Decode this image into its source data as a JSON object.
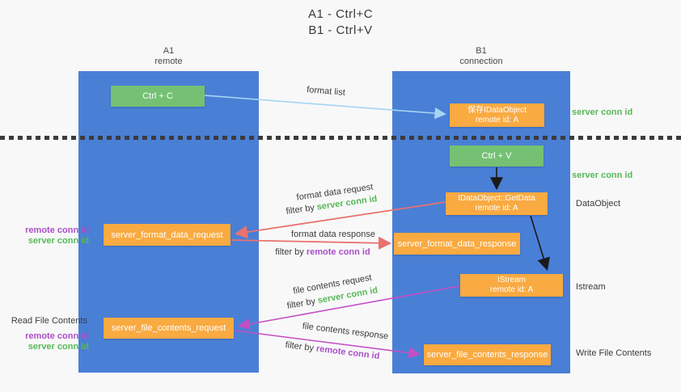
{
  "title": {
    "line1": "A1 - Ctrl+C",
    "line2": "B1 - Ctrl+V"
  },
  "columns": {
    "left": {
      "name": "A1",
      "subtitle": "remote"
    },
    "right": {
      "name": "B1",
      "subtitle": "connection"
    }
  },
  "boxes": {
    "ctrl_c": {
      "label": "Ctrl + C"
    },
    "save_dataobject": {
      "line1": "保存IDataObject",
      "line2": "remote id: A"
    },
    "ctrl_v": {
      "label": "Ctrl + V"
    },
    "getdata": {
      "line1": "IDataObject::GetData",
      "line2": "remote id: A"
    },
    "format_request": {
      "label": "server_format_data_request"
    },
    "format_response": {
      "label": "server_format_data_response"
    },
    "istream": {
      "line1": "IStream",
      "line2": "remote id: A"
    },
    "file_request": {
      "label": "server_file_contents_request"
    },
    "file_response": {
      "label": "server_file_contents_response"
    }
  },
  "side_labels": {
    "server_conn_id_top": "server conn id",
    "server_conn_id_mid": "server conn id",
    "dataobject": "DataObject",
    "istream": "Istream",
    "write_file_contents": "Write File Contents",
    "read_file_contents": "Read File Contents",
    "format_remote_conn_id": "remote conn id",
    "format_server_conn_id": "server conn id",
    "file_remote_conn_id": "remote conn id",
    "file_server_conn_id": "server conn id"
  },
  "arrow_labels": {
    "format_list": "format list",
    "format_data_request": "format data request",
    "format_data_response": "format data response",
    "file_contents_request": "file contents request",
    "file_contents_response": "file contents response",
    "filter_prefix": "filter by ",
    "server_conn_id": "server conn id",
    "remote_conn_id": "remote conn id"
  },
  "colors": {
    "column_blue": "#4a7fd6",
    "box_green": "#74c174",
    "box_orange": "#f9aa41",
    "arrow_light_blue": "#a5d5f2",
    "arrow_red": "#e8736f",
    "arrow_magenta": "#c44fc4",
    "arrow_black": "#1a1a1a",
    "text_green": "#57b857",
    "text_purple": "#ab4fc8"
  }
}
